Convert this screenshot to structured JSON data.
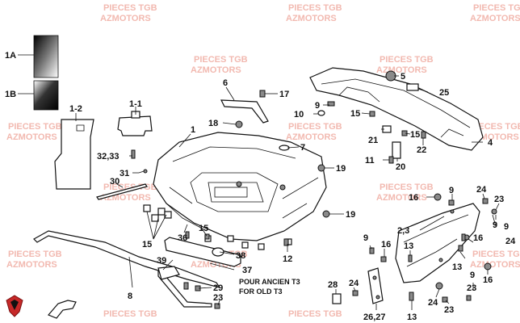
{
  "watermark": {
    "line1": "PIECES TGB",
    "line2": "AZMOTORS",
    "color": "#f2b9b0"
  },
  "legend": {
    "a_label": "1A",
    "b_label": "1B"
  },
  "note": {
    "fr": "POUR ANCIEN T3",
    "en": "FOR OLD T3"
  },
  "callouts": [
    "1-2",
    "1-1",
    "1",
    "6",
    "17",
    "18",
    "7",
    "19",
    "19",
    "32,33",
    "31",
    "30",
    "15",
    "36",
    "15",
    "38",
    "37",
    "39",
    "29",
    "23",
    "12",
    "8",
    "5",
    "25",
    "9",
    "10",
    "15",
    "21",
    "15",
    "22",
    "4",
    "11",
    "20",
    "16",
    "9",
    "24",
    "23",
    "9",
    "2,3",
    "16",
    "9",
    "16",
    "13",
    "24",
    "23",
    "9",
    "16",
    "13",
    "9",
    "28",
    "24",
    "26,27",
    "13",
    "24",
    "23"
  ]
}
